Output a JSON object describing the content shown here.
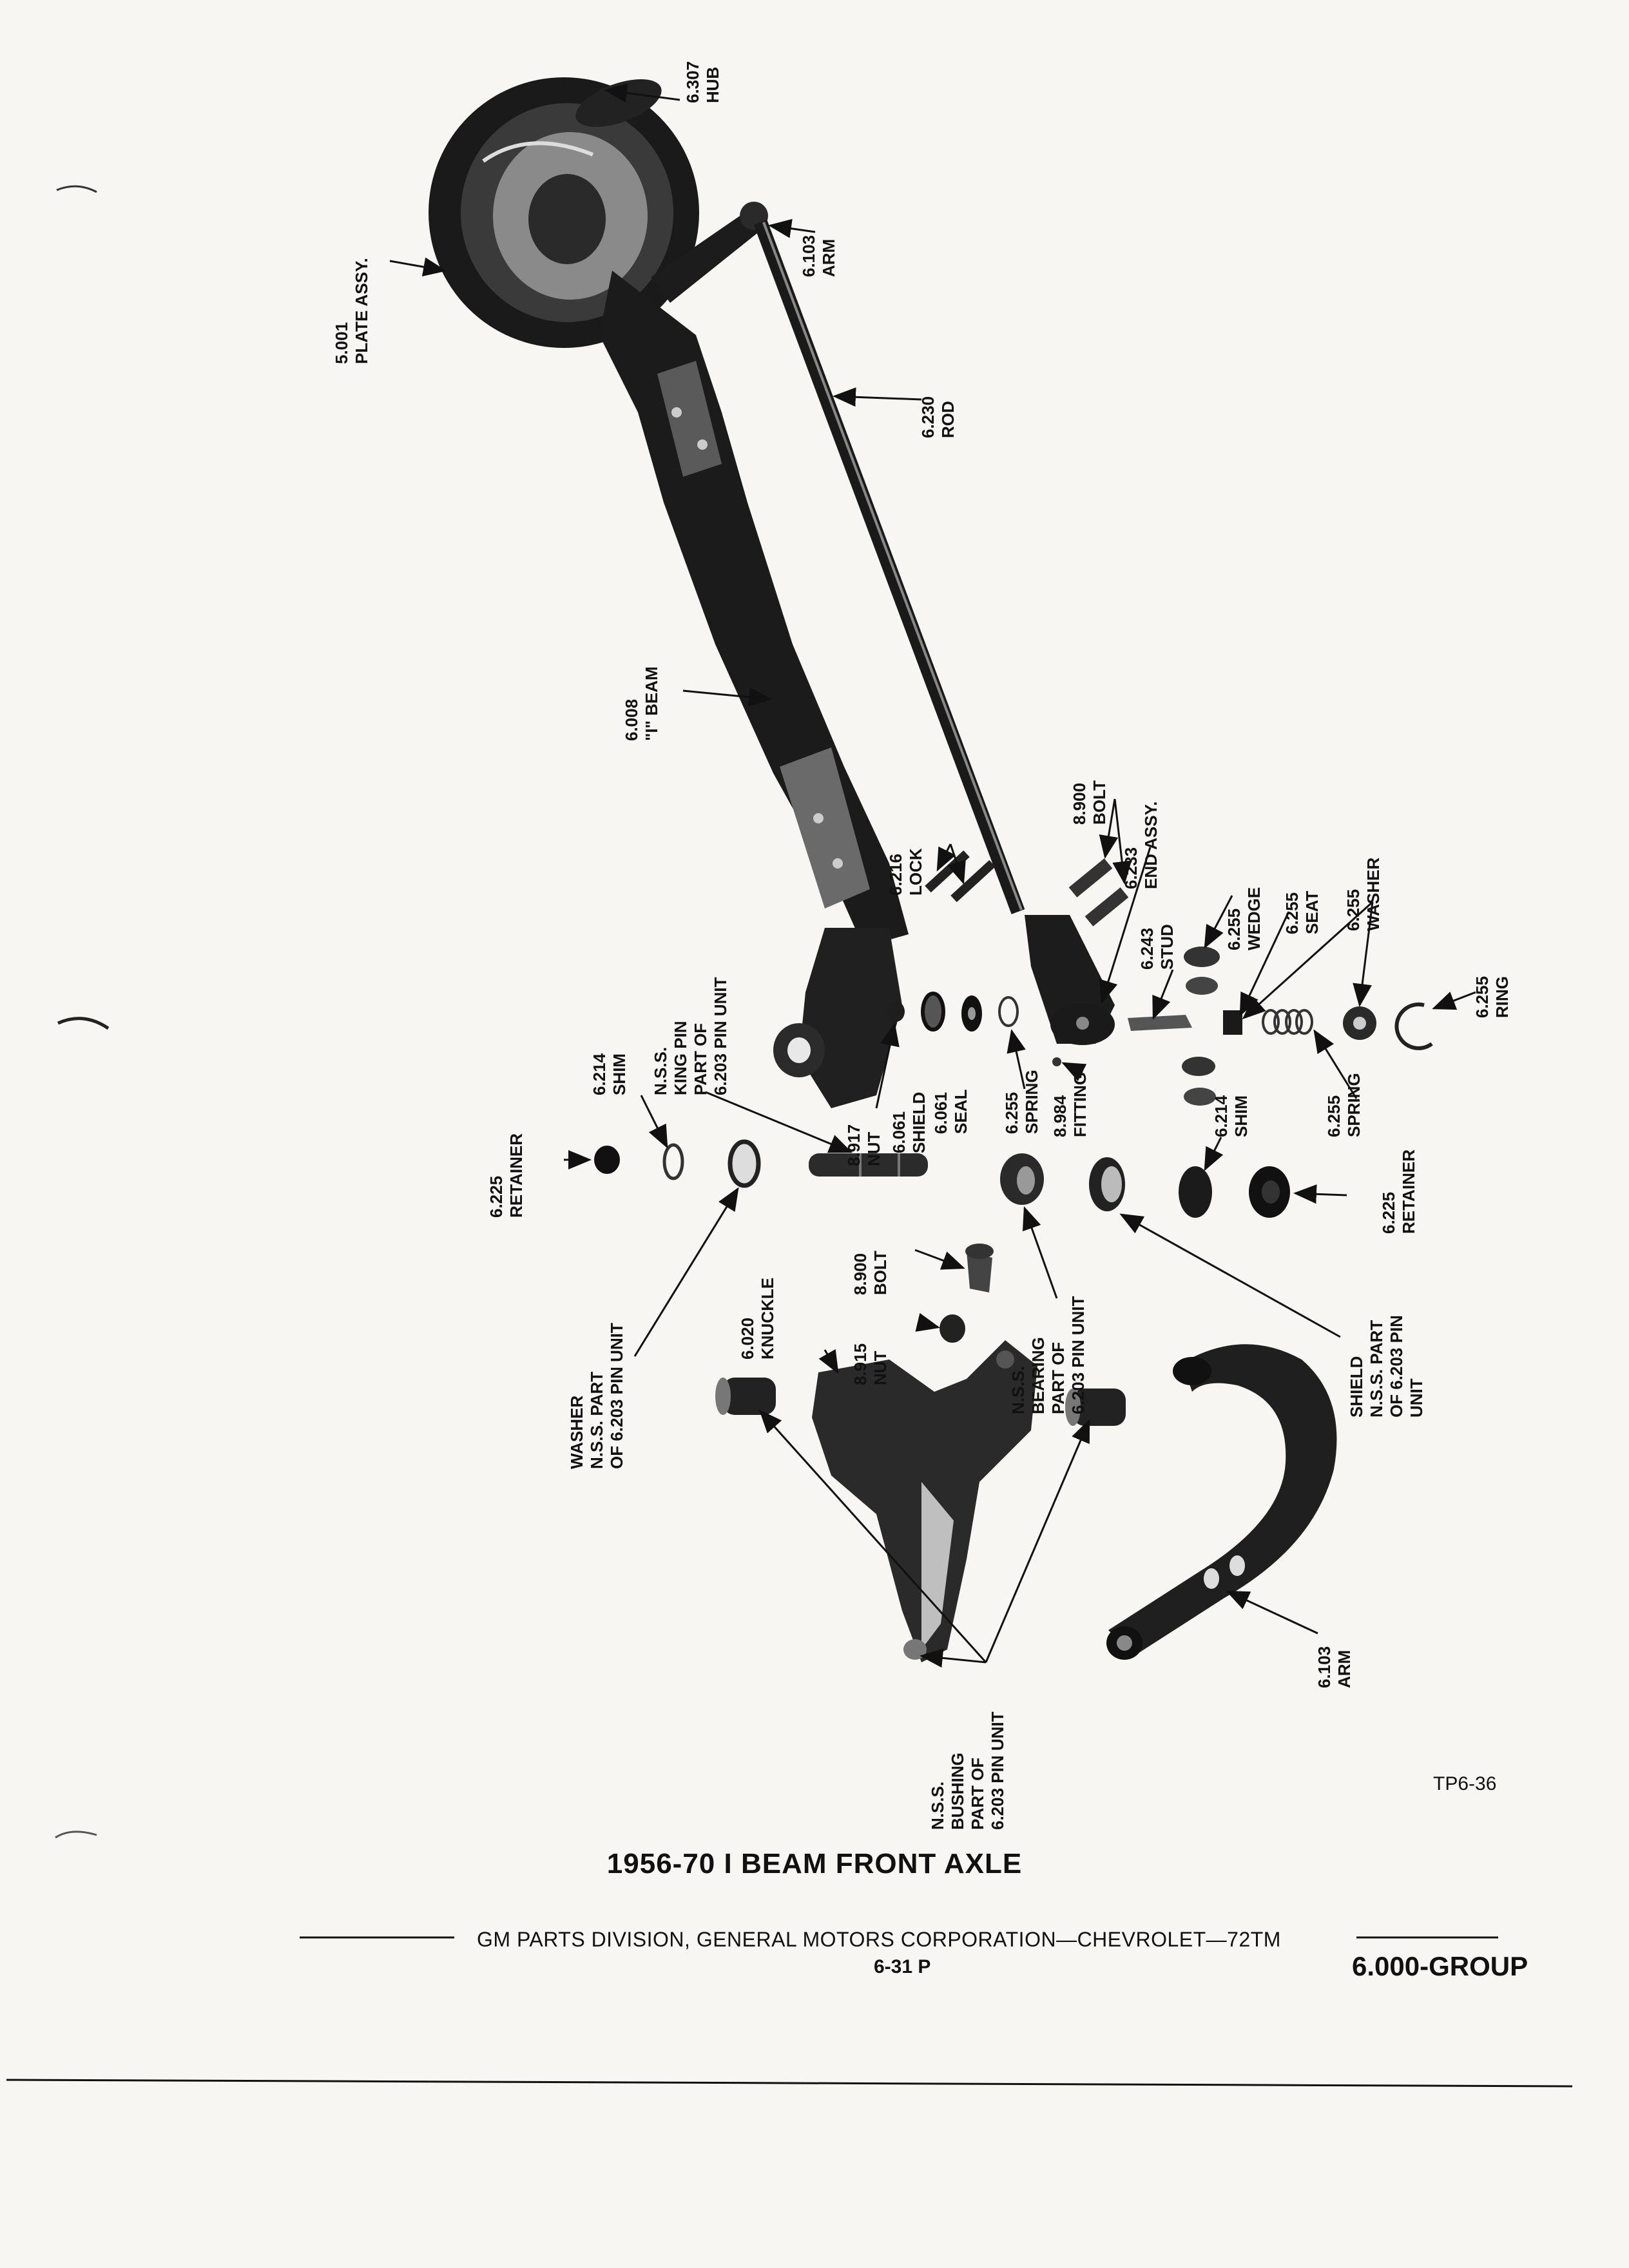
{
  "callouts": [
    {
      "id": "hub",
      "lines": [
        "6.307",
        "HUB"
      ]
    },
    {
      "id": "plate-assy",
      "lines": [
        "5.001",
        "PLATE ASSY."
      ]
    },
    {
      "id": "arm-upper",
      "lines": [
        "6.103",
        "ARM"
      ]
    },
    {
      "id": "rod",
      "lines": [
        "6.230",
        "ROD"
      ]
    },
    {
      "id": "i-beam",
      "lines": [
        "6.008",
        "\"I\" BEAM"
      ]
    },
    {
      "id": "bolt-upper",
      "lines": [
        "8.900",
        "BOLT"
      ]
    },
    {
      "id": "end-assy",
      "lines": [
        "6.233",
        "END ASSY."
      ]
    },
    {
      "id": "lock",
      "lines": [
        "6.216",
        "LOCK"
      ]
    },
    {
      "id": "wedge",
      "lines": [
        "6.255",
        "WEDGE"
      ]
    },
    {
      "id": "seat",
      "lines": [
        "6.255",
        "SEAT"
      ]
    },
    {
      "id": "washer-255",
      "lines": [
        "6.255",
        "WASHER"
      ]
    },
    {
      "id": "stud",
      "lines": [
        "6.243",
        "STUD"
      ]
    },
    {
      "id": "ring",
      "lines": [
        "6.255",
        "RING"
      ]
    },
    {
      "id": "shim-left",
      "lines": [
        "6.214",
        "SHIM"
      ]
    },
    {
      "id": "king-pin",
      "lines": [
        "N.S.S.",
        "KING PIN",
        "PART OF",
        "6.203 PIN UNIT"
      ]
    },
    {
      "id": "retainer-left",
      "lines": [
        "6.225",
        "RETAINER"
      ]
    },
    {
      "id": "nut-917",
      "lines": [
        "8.917",
        "NUT"
      ]
    },
    {
      "id": "shield-061",
      "lines": [
        "6.061",
        "SHIELD"
      ]
    },
    {
      "id": "seal-061",
      "lines": [
        "6.061",
        "SEAL"
      ]
    },
    {
      "id": "spring-left",
      "lines": [
        "6.255",
        "SPRING"
      ]
    },
    {
      "id": "fitting",
      "lines": [
        "8.984",
        "FITTING"
      ]
    },
    {
      "id": "shim-right",
      "lines": [
        "6.214",
        "SHIM"
      ]
    },
    {
      "id": "spring-right",
      "lines": [
        "6.255",
        "SPRING"
      ]
    },
    {
      "id": "retainer-right",
      "lines": [
        "6.225",
        "RETAINER"
      ]
    },
    {
      "id": "washer-nss",
      "lines": [
        "WASHER",
        "N.S.S. PART",
        "OF 6.203 PIN UNIT"
      ]
    },
    {
      "id": "knuckle",
      "lines": [
        "6.020",
        "KNUCKLE"
      ]
    },
    {
      "id": "bolt-lower",
      "lines": [
        "8.900",
        "BOLT"
      ]
    },
    {
      "id": "nut-915",
      "lines": [
        "8.915",
        "NUT"
      ]
    },
    {
      "id": "bearing",
      "lines": [
        "N.S.S.",
        "BEARING",
        "PART OF",
        "6.203 PIN UNIT"
      ]
    },
    {
      "id": "shield-nss",
      "lines": [
        "SHIELD",
        "N.S.S. PART",
        "OF 6.203 PIN",
        "UNIT"
      ]
    },
    {
      "id": "bushing",
      "lines": [
        "N.S.S.",
        "BUSHING",
        "PART OF",
        "6.203 PIN UNIT"
      ]
    },
    {
      "id": "arm-lower",
      "lines": [
        "6.103",
        "ARM"
      ]
    }
  ],
  "figure_code": "TP6-36",
  "title": "1956-70 I BEAM FRONT AXLE",
  "footer_text": "GM PARTS DIVISION, GENERAL MOTORS CORPORATION—CHEVROLET—72TM",
  "page_number": "6-31  P",
  "group_label": "6.000-GROUP"
}
